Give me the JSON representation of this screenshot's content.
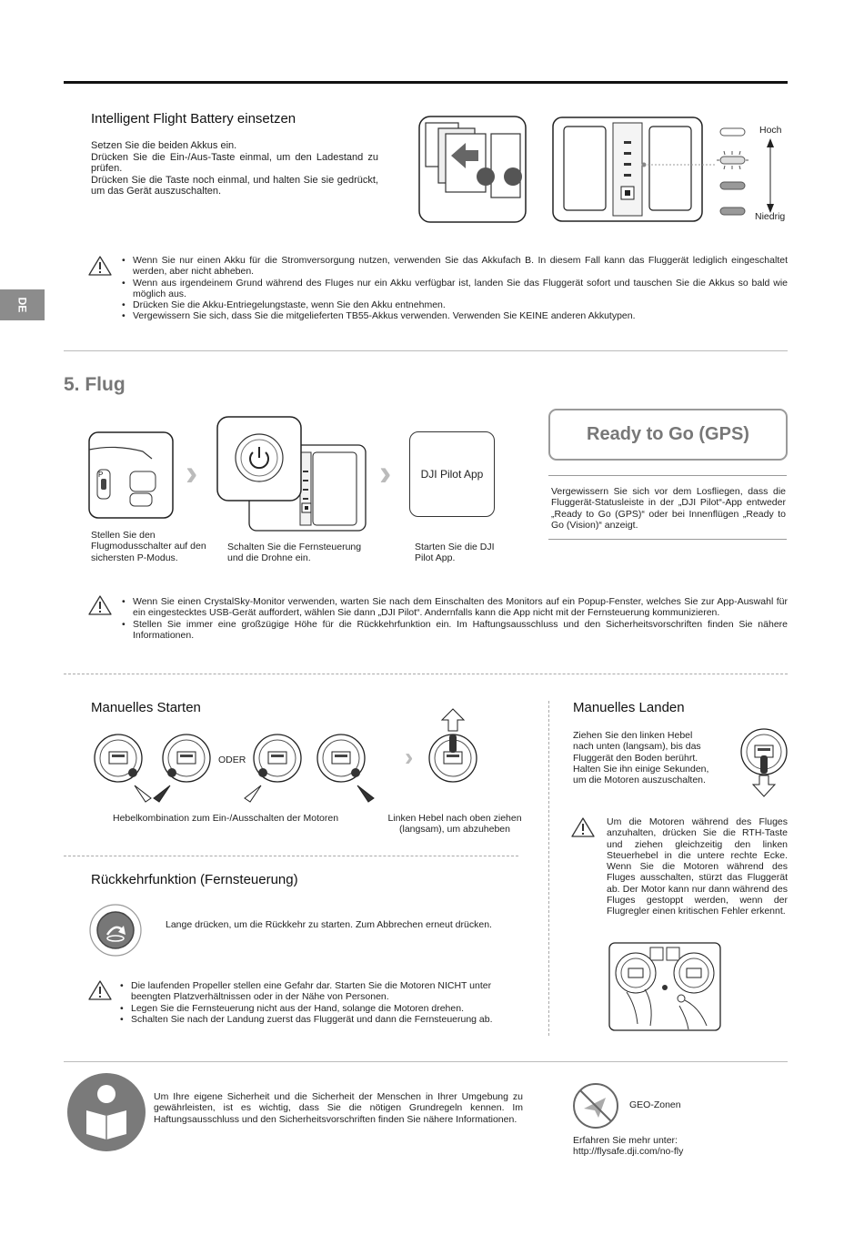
{
  "side_tab": "DE",
  "battery": {
    "heading": "Intelligent Flight Battery einsetzen",
    "lines": [
      "Setzen Sie die beiden Akkus ein.",
      "Drücken Sie die Ein-/Aus-Taste einmal, um den Ladestand zu prüfen.",
      "Drücken Sie die Taste noch einmal, und halten Sie sie gedrückt, um das Gerät auszuschalten."
    ],
    "level_high": "Hoch",
    "level_low": "Niedrig",
    "warnings": [
      "Wenn Sie nur einen Akku für die Stromversorgung nutzen, verwenden Sie das Akkufach B. In diesem Fall kann das Fluggerät lediglich eingeschaltet werden, aber nicht abheben.",
      "Wenn aus irgendeinem Grund während des Fluges nur ein Akku verfügbar ist, landen Sie das Fluggerät sofort und tauschen Sie die Akkus so bald wie möglich aus.",
      "Drücken Sie die Akku-Entriegelungstaste, wenn Sie den Akku entnehmen.",
      "Vergewissern Sie sich, dass Sie die mitgelieferten TB55-Akkus verwenden. Verwenden Sie KEINE anderen Akkutypen."
    ]
  },
  "flight": {
    "section_title": "5. Flug",
    "step1_caption": "Stellen Sie den Flugmodusschalter auf den sichersten P-Modus.",
    "step2_caption": "Schalten Sie die Fernsteuerung und die Drohne ein.",
    "app_box": "DJI Pilot App",
    "step3_caption": "Starten Sie die DJI Pilot App.",
    "ready_title": "Ready to Go (GPS)",
    "ready_text": "Vergewissern Sie sich vor dem Losfliegen, dass die Fluggerät-Statusleiste in der „DJI Pilot“-App entweder „Ready to Go (GPS)“ oder bei Innenflügen „Ready to Go (Vision)“ anzeigt.",
    "warnings": [
      "Wenn Sie einen CrystalSky-Monitor verwenden, warten Sie nach dem Einschalten des Monitors auf ein Popup-Fenster, welches Sie zur App-Auswahl für ein eingestecktes USB-Gerät auffordert, wählen Sie dann „DJI Pilot“. Andernfalls kann die App nicht mit der Fernsteuerung kommunizieren.",
      "Stellen Sie immer eine großzügige Höhe für die Rückkehrfunktion ein. Im Haftungsausschluss und den Sicherheitsvorschriften finden Sie nähere Informationen."
    ]
  },
  "manual_start": {
    "heading": "Manuelles Starten",
    "oder": "ODER",
    "caption_combo": "Hebelkombination zum Ein-/Ausschalten der Motoren",
    "caption_lift": "Linken Hebel nach oben ziehen (langsam), um abzuheben"
  },
  "rth": {
    "heading": "Rückkehrfunktion (Fernsteuerung)",
    "text": "Lange drücken, um die Rückkehr zu starten. Zum Abbrechen erneut drücken.",
    "warnings": [
      "Die laufenden Propeller stellen eine Gefahr dar. Starten Sie die Motoren NICHT unter beengten Platzverhältnissen oder in der Nähe von Personen.",
      "Legen Sie die Fernsteuerung nicht aus der Hand, solange die Motoren drehen.",
      "Schalten Sie nach der Landung zuerst das Fluggerät und dann die Fernsteuerung ab."
    ]
  },
  "manual_land": {
    "heading": "Manuelles Landen",
    "text": "Ziehen Sie den linken Hebel nach unten (langsam), bis das Fluggerät den Boden berührt. Halten Sie ihn einige Sekunden, um die Motoren auszuschalten.",
    "warning": "Um die Motoren während des Fluges anzuhalten, drücken Sie die RTH-Taste und ziehen gleichzeitig den linken Steuerhebel in die untere rechte Ecke. Wenn Sie die Motoren während des Fluges ausschalten, stürzt das Fluggerät ab. Der Motor kann nur dann während des Fluges gestoppt werden, wenn der Flugregler einen kritischen Fehler erkennt."
  },
  "footer": {
    "safety_text": "Um Ihre eigene Sicherheit und die Sicherheit der Menschen in Ihrer Umgebung zu gewährleisten, ist es wichtig, dass Sie die nötigen Grundregeln kennen. Im Haftungsausschluss und den Sicherheitsvorschriften finden Sie nähere Informationen.",
    "geo_label": "GEO-Zonen",
    "learn_more": "Erfahren Sie mehr unter:",
    "url": "http://flysafe.dji.com/no-fly"
  }
}
